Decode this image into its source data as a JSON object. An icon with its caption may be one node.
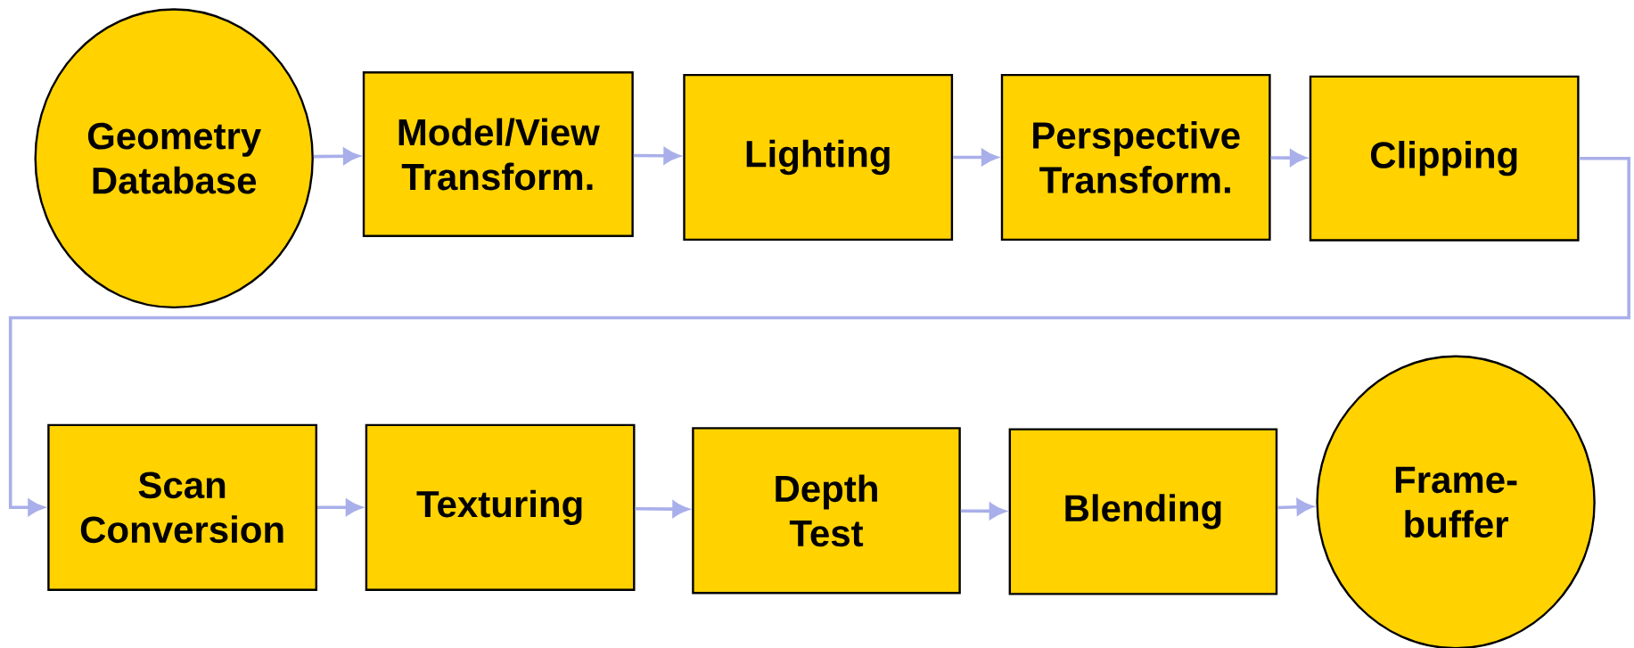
{
  "diagram": {
    "nodes": [
      {
        "text": [
          "Geometry Database"
        ]
      },
      {
        "text": [
          "Model/View Transform."
        ]
      },
      {
        "text": [
          "Lighting"
        ]
      },
      {
        "text": [
          "Perspective Transform."
        ]
      },
      {
        "text": [
          "Clipping"
        ]
      },
      {
        "text": [
          "Scan Conversion"
        ]
      },
      {
        "text": [
          "Texturing"
        ]
      },
      {
        "text": [
          "Depth Test"
        ]
      },
      {
        "text": [
          "Blending"
        ]
      },
      {
        "text": [
          "Frame-buffer"
        ]
      }
    ],
    "edges": [
      {
        "from": 0,
        "to": 1,
        "arrow": "to"
      },
      {
        "from": 1,
        "to": 2,
        "arrow": "to"
      },
      {
        "from": 2,
        "to": 3,
        "arrow": "to"
      },
      {
        "from": 3,
        "to": 4,
        "arrow": "to"
      },
      {
        "from": 4,
        "to": 5,
        "arrow": "to"
      },
      {
        "from": 5,
        "to": 6,
        "arrow": "to"
      },
      {
        "from": 6,
        "to": 7,
        "arrow": "to"
      },
      {
        "from": 7,
        "to": 8,
        "arrow": "to"
      },
      {
        "from": 8,
        "to": 9,
        "arrow": "to"
      }
    ]
  }
}
